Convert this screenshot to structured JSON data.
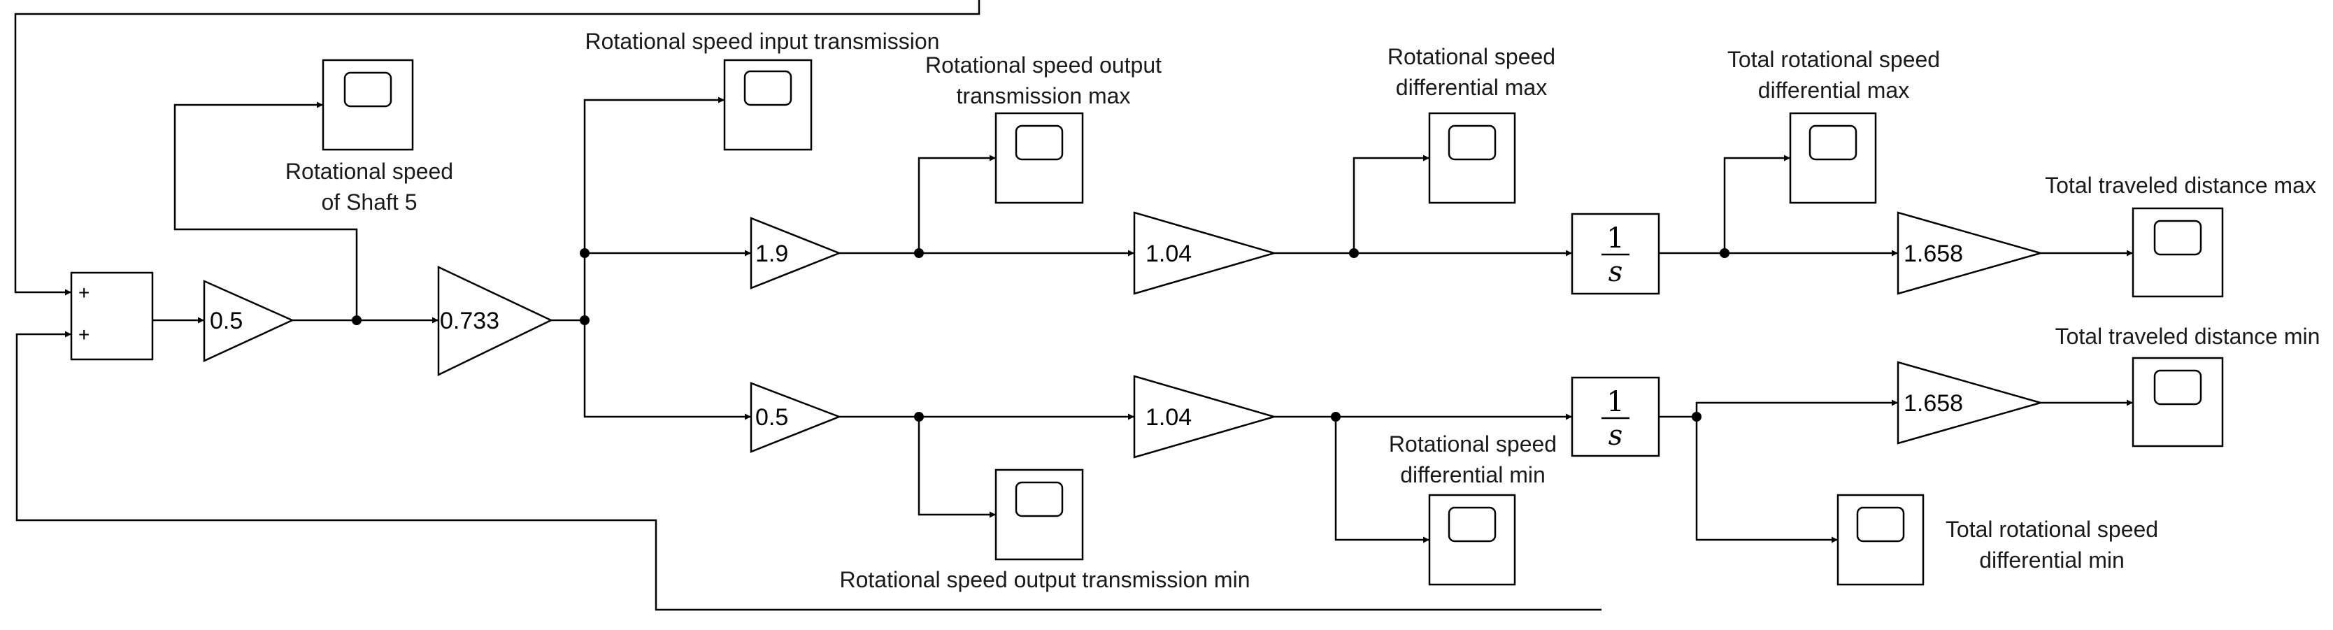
{
  "blocks": {
    "sum": {
      "sign1": "+",
      "sign2": "+"
    },
    "gain_a": "0.5",
    "gain_b": "0.733",
    "gain_c": "1.9",
    "gain_d": "0.5",
    "gain_e": "1.04",
    "gain_f": "1.04",
    "gain_g": "1.658",
    "gain_h": "1.658",
    "integrator": {
      "num": "1",
      "den": "s"
    }
  },
  "labels": {
    "shaft5": [
      "Rotational speed",
      "of Shaft 5"
    ],
    "input_transmission": "Rotational speed input transmission",
    "output_max": [
      "Rotational speed output",
      "transmission max"
    ],
    "output_min": "Rotational speed output transmission min",
    "diff_max": [
      "Rotational speed",
      "differential max"
    ],
    "diff_min": [
      "Rotational speed",
      "differential min"
    ],
    "total_diff_max": [
      "Total rotational speed",
      "differential max"
    ],
    "total_diff_min": [
      "Total rotational speed",
      "differential min"
    ],
    "dist_max": "Total traveled distance max",
    "dist_min": "Total traveled distance min"
  }
}
